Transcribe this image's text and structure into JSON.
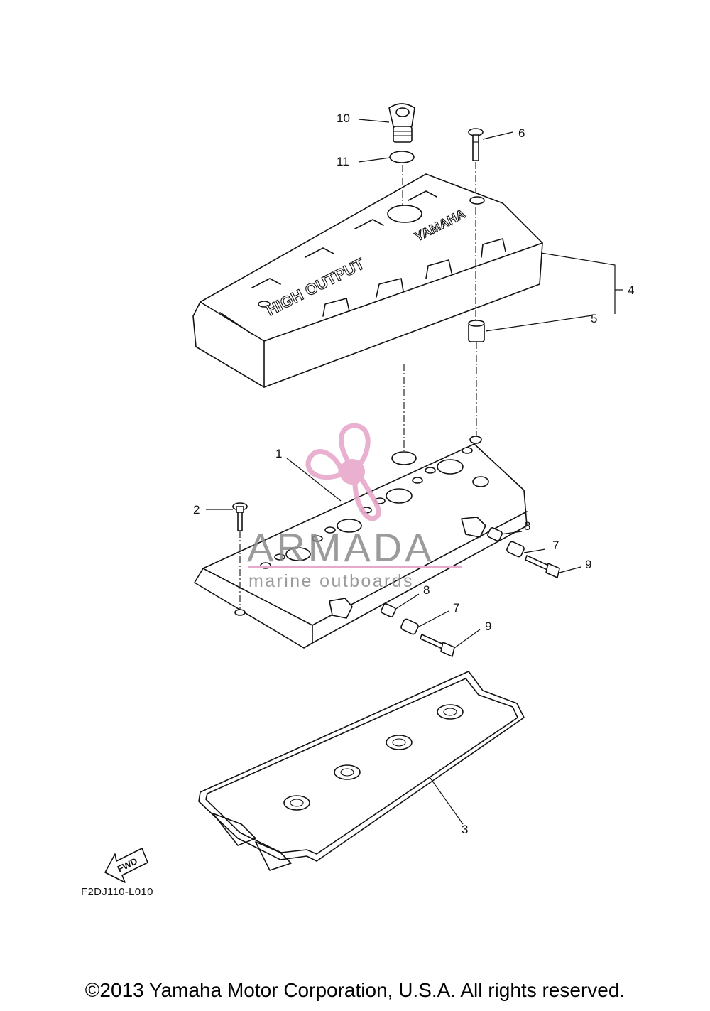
{
  "diagram": {
    "callouts": [
      "1",
      "2",
      "3",
      "4",
      "5",
      "6",
      "7",
      "8",
      "9",
      "10",
      "11"
    ],
    "cover_text": {
      "left": "HIGH OUTPUT",
      "right": "YAMAHA"
    },
    "fwd_label": "FWD",
    "figure_code": "F2DJ110-L010",
    "copyright": "©2013 Yamaha Motor Corporation, U.S.A. All rights reserved."
  },
  "watermark": {
    "brand": "ARMADA",
    "tagline": "marine outboards",
    "accent_color": "#e7a8cb",
    "text_color": "#8a8a8a"
  },
  "colors": {
    "line": "#111111",
    "background": "#ffffff"
  }
}
